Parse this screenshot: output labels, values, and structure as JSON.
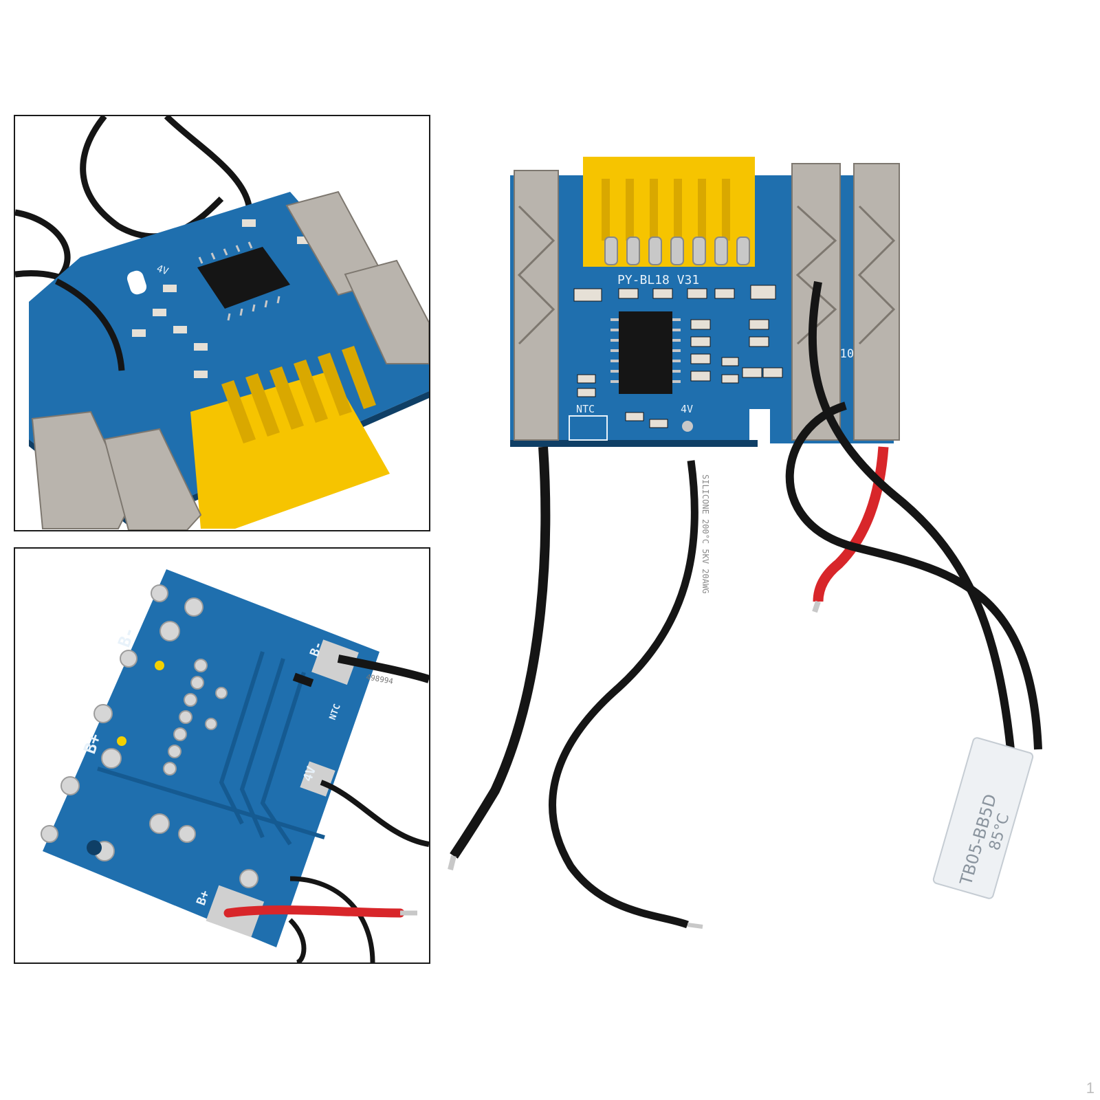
{
  "main_board": {
    "silkscreen_model": "PY-BL18 V31",
    "silkscreen_date": "2020.8.10",
    "label_ntc": "NTC",
    "label_4v": "4V",
    "wire_print": "SILICONE 200°C 5KV 20AWG",
    "thermal_fuse_line1": "TB05-BB5D",
    "thermal_fuse_line2": "85°C"
  },
  "inset_top": {
    "label_4v": "4V"
  },
  "inset_bottom": {
    "label_b_minus_left": "B-",
    "label_b_plus_left": "B+",
    "label_b_minus_pad": "B-",
    "label_ntc": "NTC",
    "label_4v": "4V",
    "label_b_plus_pad": "B+",
    "wire_print": "498994"
  },
  "page_number": "1",
  "colors": {
    "pcb_blue": "#1f6fae",
    "connector_yellow": "#f6c400",
    "wire_black": "#151515",
    "wire_red": "#d8262a",
    "terminal_nickel": "#b9b4ad"
  }
}
